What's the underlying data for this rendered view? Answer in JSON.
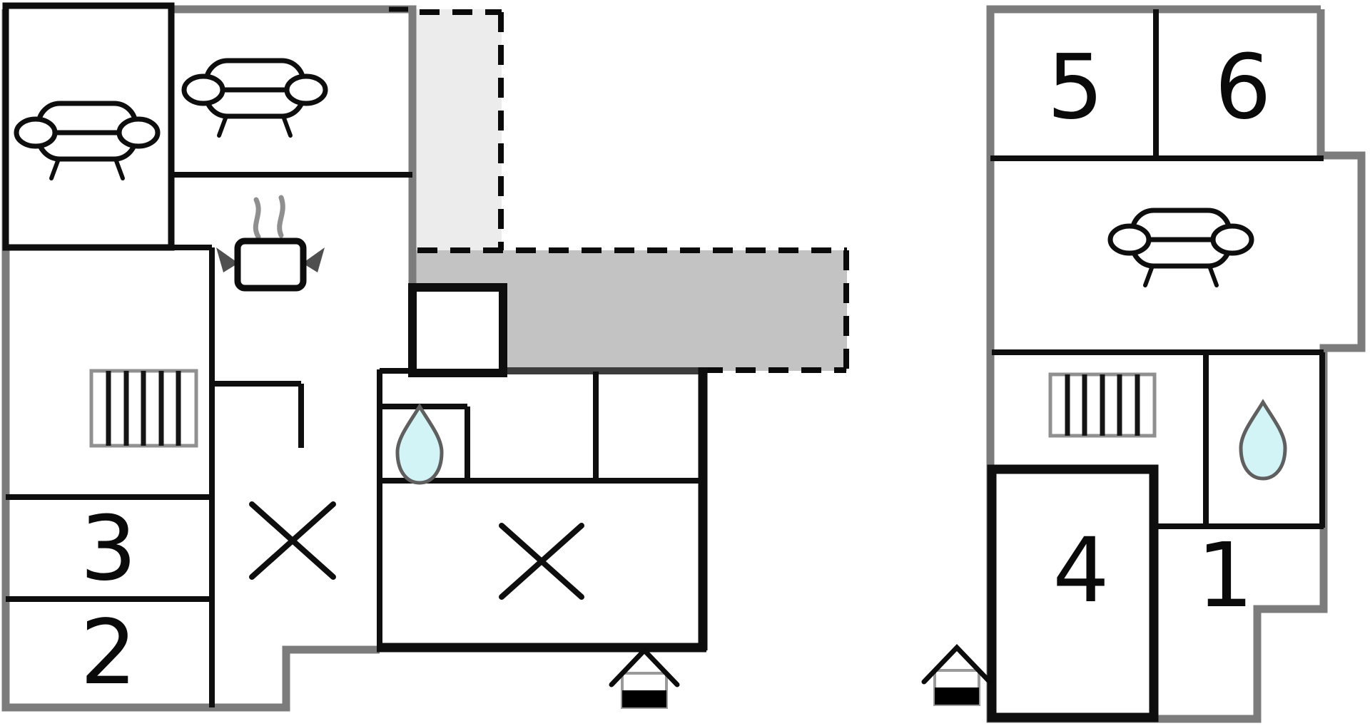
{
  "colors": {
    "terrace_light": "#ececec",
    "terrace_dark": "#c3c3c3",
    "water_fill": "#d3f4f6",
    "wall_outer": "#7c7c7c",
    "wall_inner": "#0e0e0e"
  },
  "rooms": {
    "r1": "1",
    "r2": "2",
    "r3": "3",
    "r4": "4",
    "r5": "5",
    "r6": "6"
  },
  "icons": [
    "sofa-icon",
    "stove-icon",
    "stairs-icon",
    "shower-drop-icon",
    "cross-mark-icon",
    "entrance-house-icon"
  ]
}
